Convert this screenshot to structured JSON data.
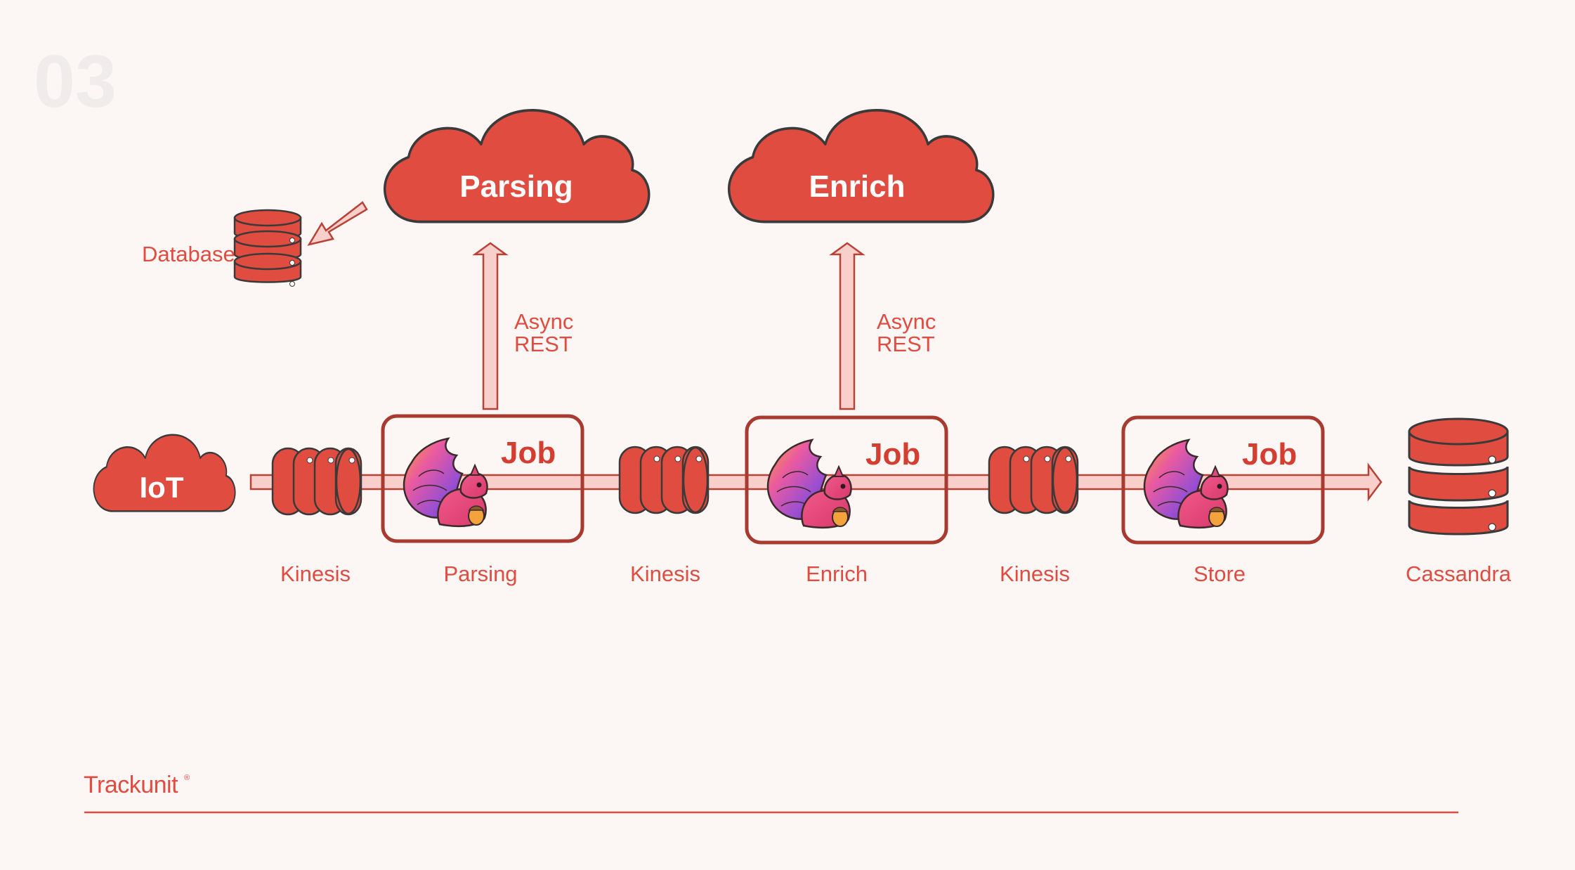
{
  "slide_number": "03",
  "colors": {
    "background": "#fcf6f5",
    "brand_red": "#e04d40",
    "dark_outline": "#a83a30",
    "arrow_fill": "#f8cfcb"
  },
  "clouds": {
    "parsing": "Parsing",
    "enrich": "Enrich",
    "iot": "IoT"
  },
  "database_label": "Database",
  "async_rest": [
    {
      "line1": "Async",
      "line2": "REST"
    },
    {
      "line1": "Async",
      "line2": "REST"
    }
  ],
  "jobs": [
    {
      "title": "Job",
      "caption": "Parsing",
      "icon": "flink-squirrel-icon"
    },
    {
      "title": "Job",
      "caption": "Enrich",
      "icon": "flink-squirrel-icon"
    },
    {
      "title": "Job",
      "caption": "Store",
      "icon": "flink-squirrel-icon"
    }
  ],
  "streams": [
    "Kinesis",
    "Kinesis",
    "Kinesis"
  ],
  "sink_label": "Cassandra",
  "footer": {
    "brand": "Trackunit",
    "registered_mark": "®"
  }
}
